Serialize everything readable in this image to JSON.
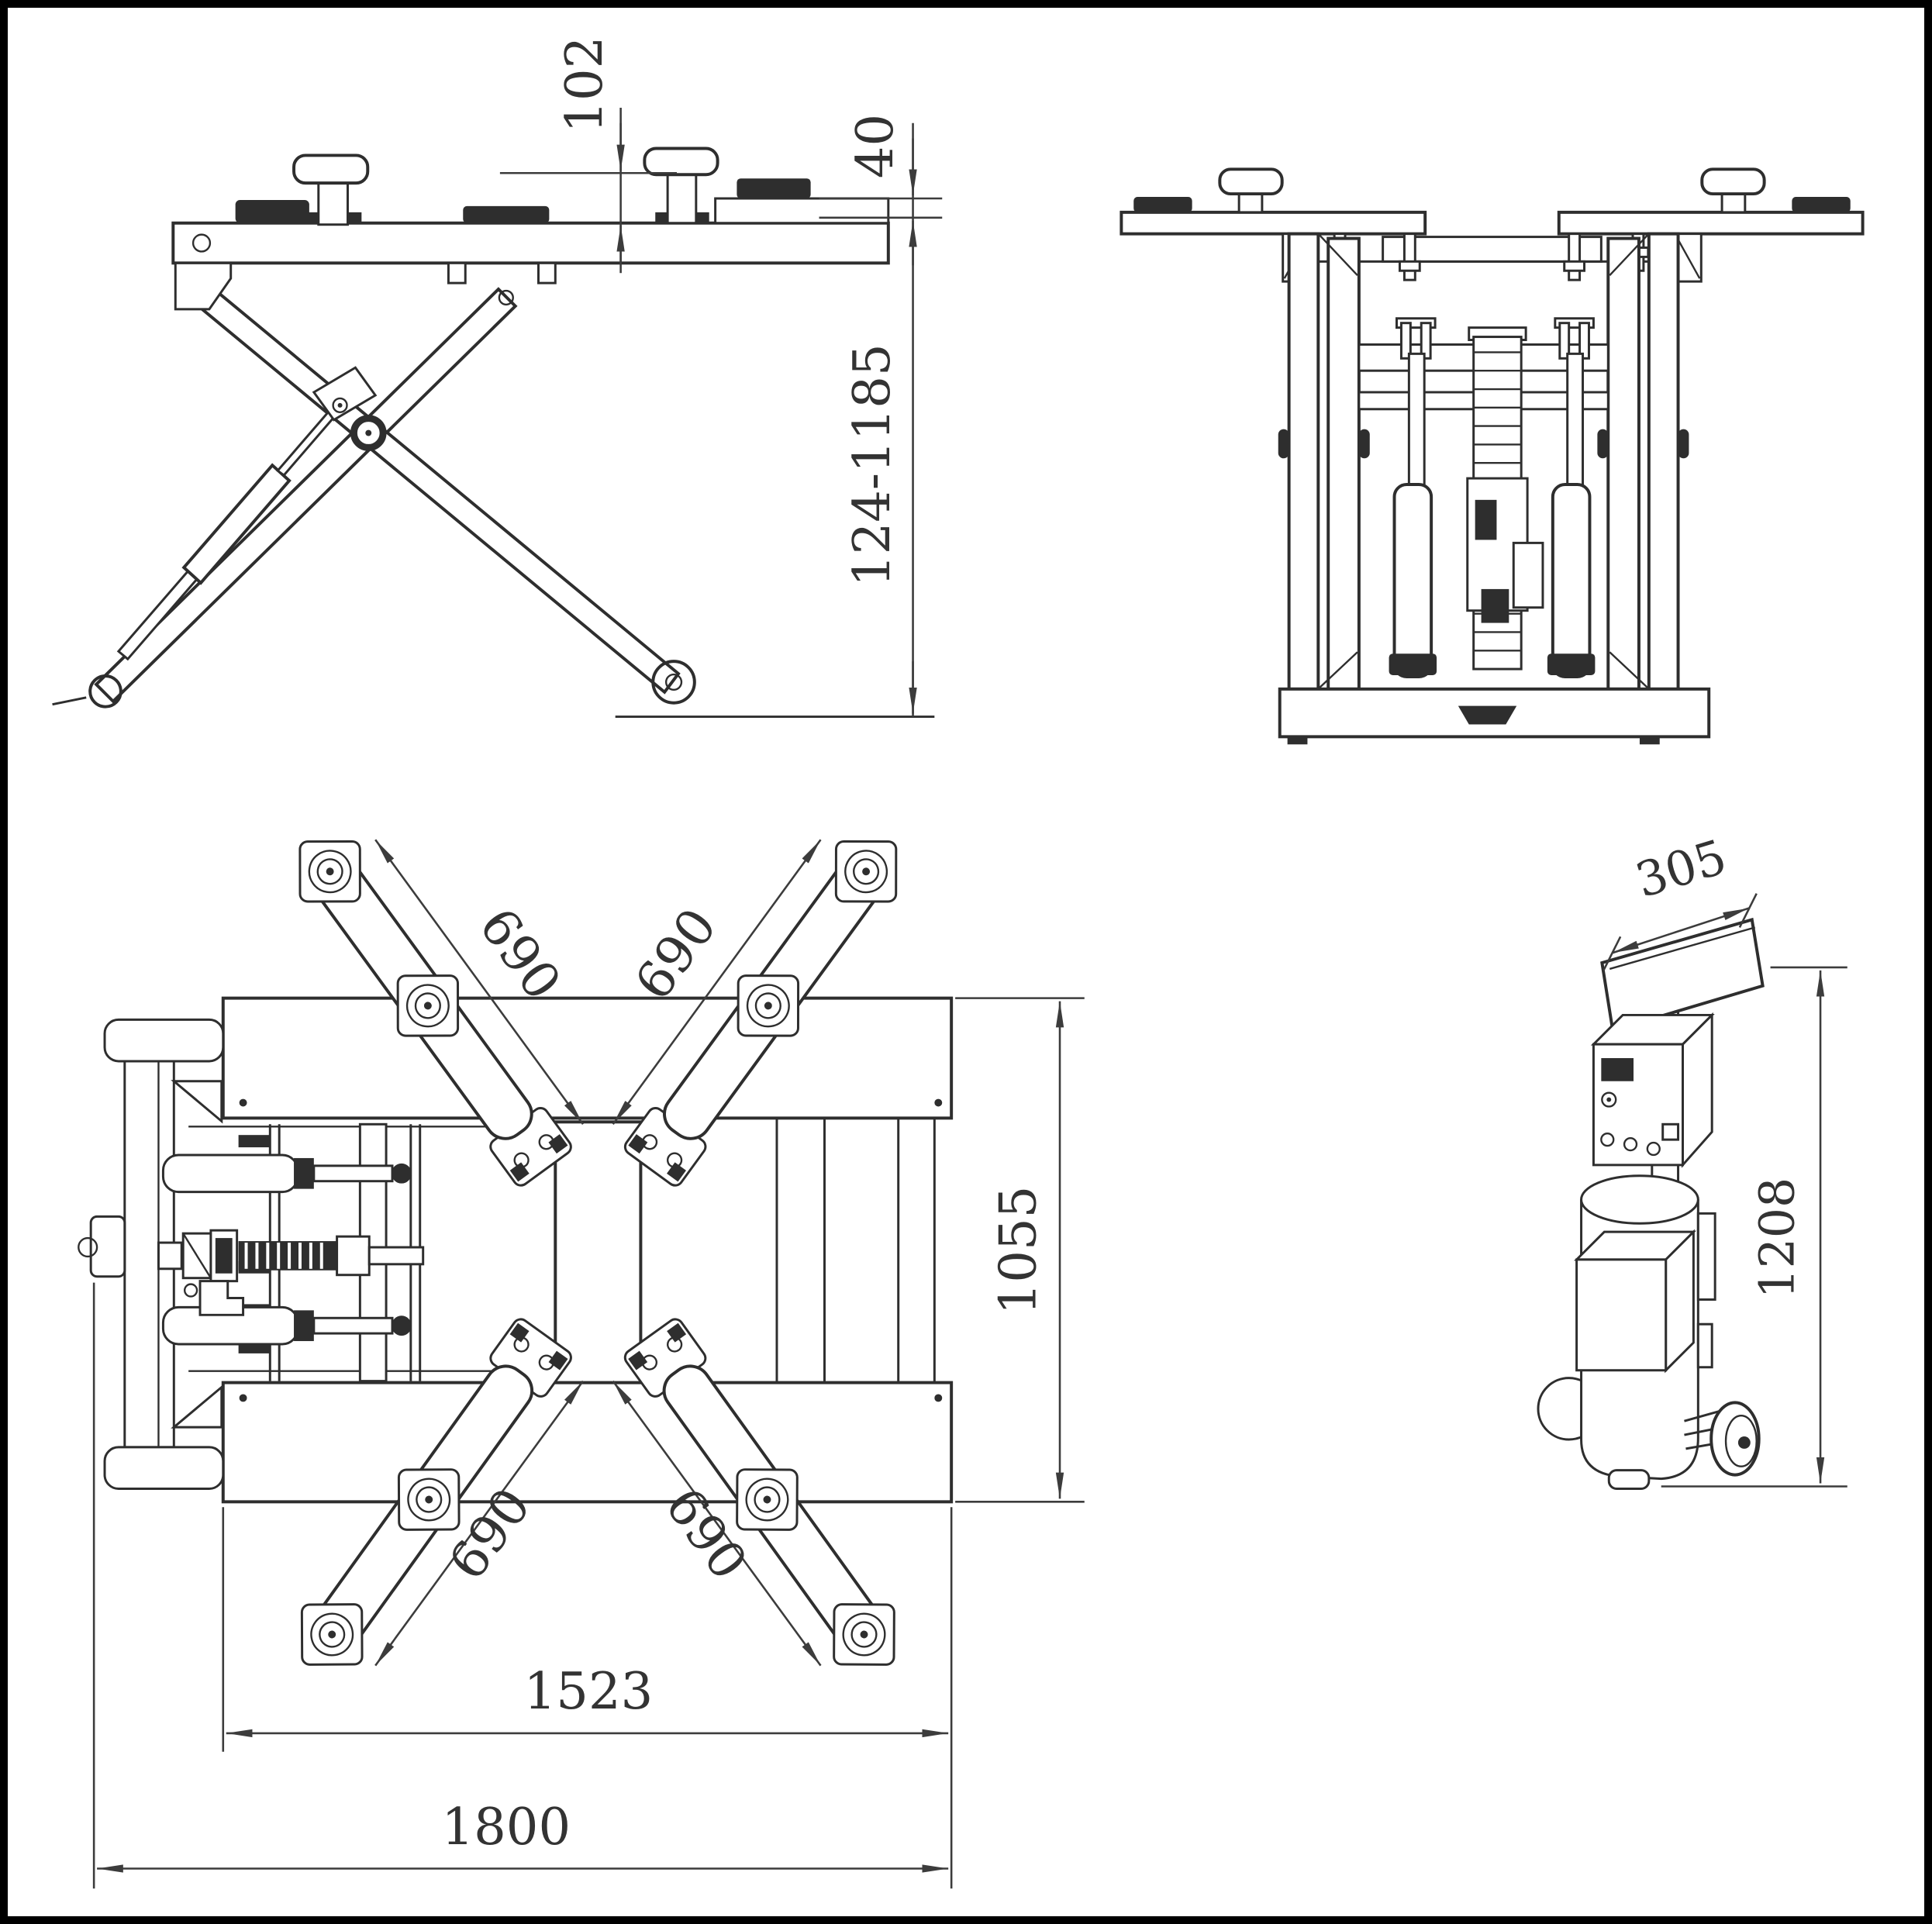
{
  "colors": {
    "background": "#ffffff",
    "border": "#000000",
    "line": "#2e2e2e",
    "dimension": "#3c3c3c"
  },
  "views": {
    "side": {
      "dims": {
        "pad_height": "102",
        "deck_thickness": "40",
        "lift_range": "124-1185"
      }
    },
    "plan": {
      "dims": {
        "arm_upper_left": "690",
        "arm_upper_right": "690",
        "arm_lower_left": "690",
        "arm_lower_right": "690",
        "overall_width": "1055",
        "inner_length": "1523",
        "overall_length": "1800"
      }
    },
    "power_unit": {
      "dims": {
        "tray_width": "305",
        "overall_height": "1208"
      }
    }
  }
}
